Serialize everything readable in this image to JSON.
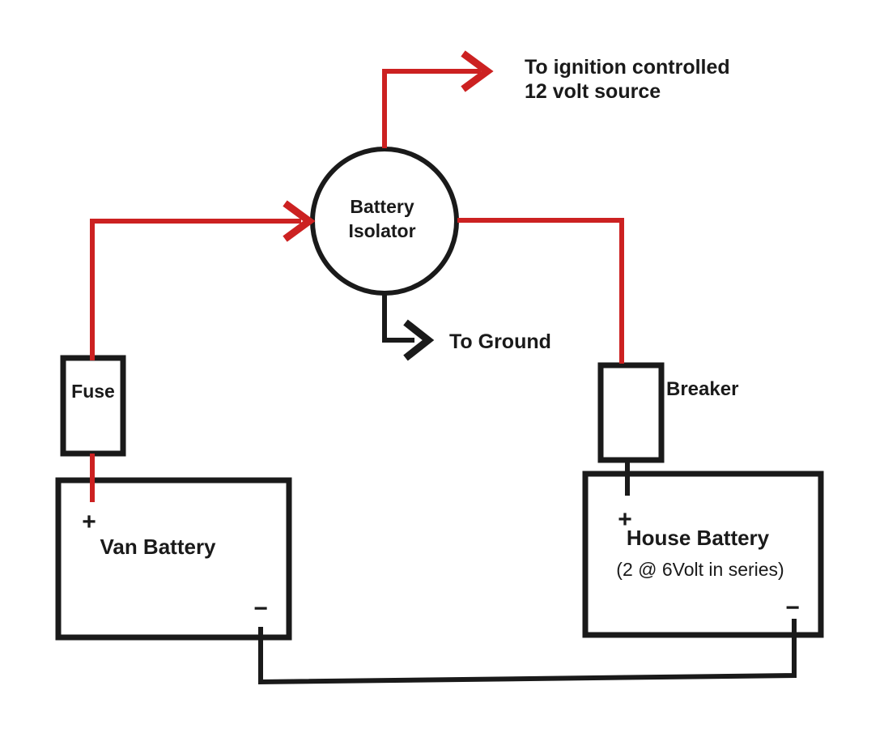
{
  "colors": {
    "wire_red": "#cc2121",
    "wire_black": "#1a1a1a",
    "background": "#ffffff",
    "text": "#1a1a1a"
  },
  "nodes": {
    "isolator": {
      "line1": "Battery",
      "line2": "Isolator"
    },
    "ignition": {
      "line1": "To ignition controlled",
      "line2": "12 volt source"
    },
    "ground": {
      "label": "To Ground"
    },
    "fuse": {
      "label": "Fuse"
    },
    "breaker": {
      "label": "Breaker"
    },
    "van_battery": {
      "label": "Van Battery",
      "plus": "+",
      "minus": "−"
    },
    "house_battery": {
      "label": "House Battery",
      "sub": "(2 @ 6Volt in series)",
      "plus": "+",
      "minus": "−"
    }
  }
}
